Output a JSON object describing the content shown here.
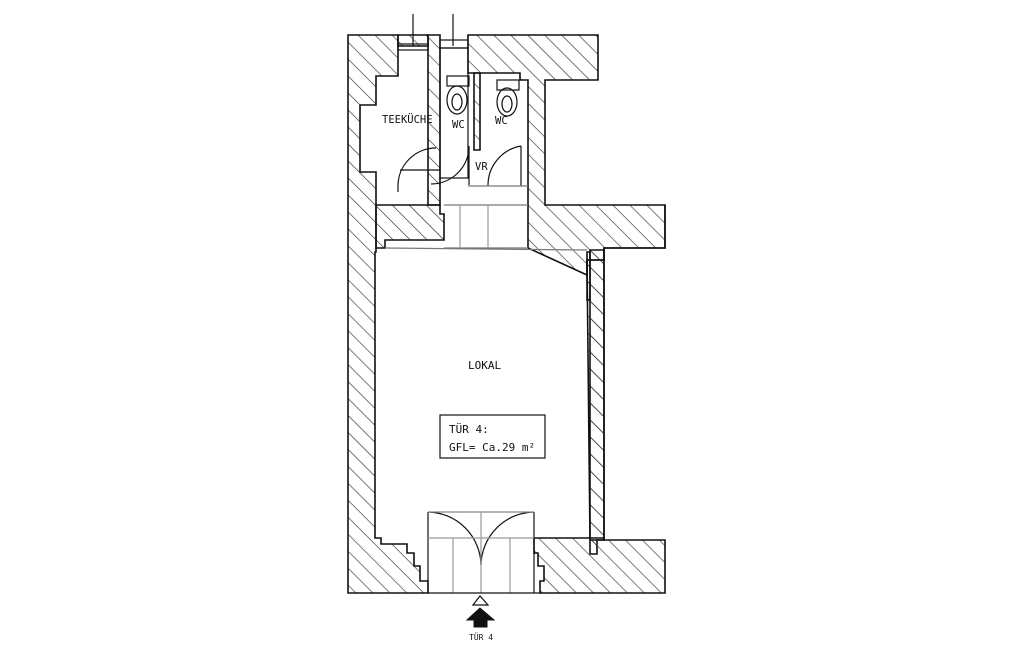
{
  "rooms": {
    "teekueche": "TEEKÜCHE",
    "wc1": "WC",
    "wc2": "WC",
    "vr": "VR",
    "lokal": "LOKAL"
  },
  "unit_box": {
    "line1": "TÜR 4:",
    "line2": "GFL= Ca.29 m²"
  },
  "entrance_label": "TÜR 4",
  "colors": {
    "line": "#111111",
    "hatch": "#333333",
    "thin": "#777777"
  }
}
